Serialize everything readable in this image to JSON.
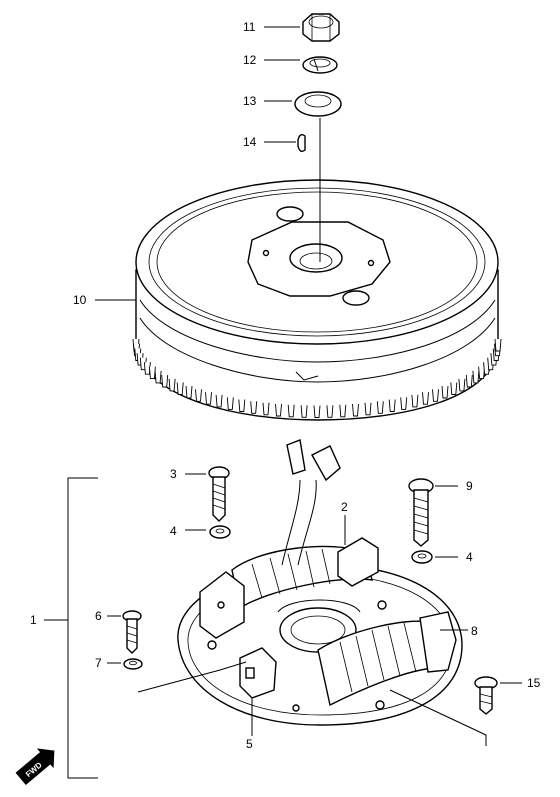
{
  "callouts": {
    "c1": "1",
    "c2": "2",
    "c3": "3",
    "c4a": "4",
    "c4b": "4",
    "c5": "5",
    "c6": "6",
    "c7": "7",
    "c8": "8",
    "c9": "9",
    "c10": "10",
    "c11": "11",
    "c12": "12",
    "c13": "13",
    "c14": "14",
    "c15": "15"
  },
  "fwd_badge": "FWD"
}
